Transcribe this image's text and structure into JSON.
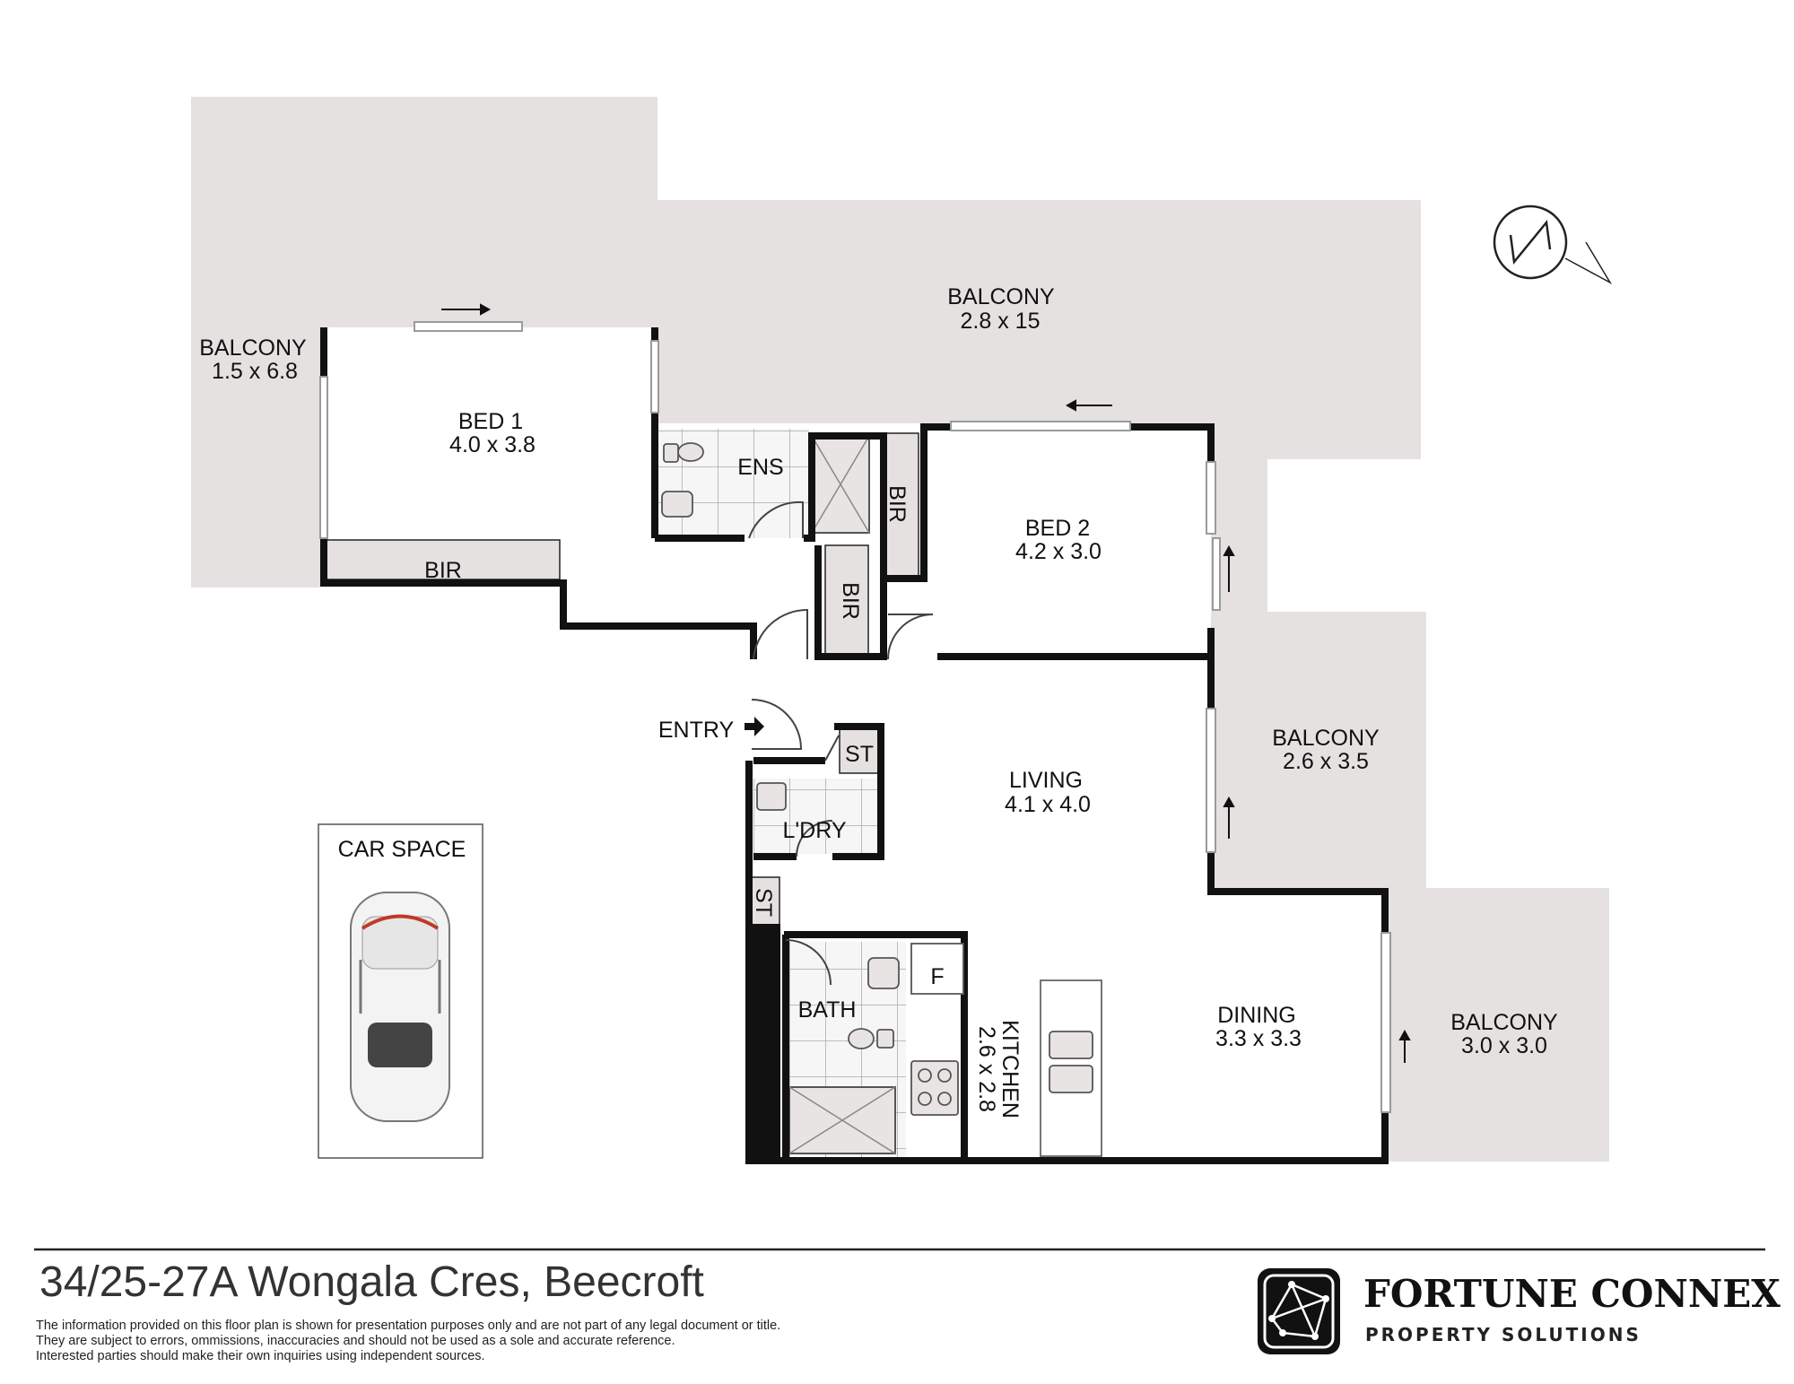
{
  "rooms": {
    "balcony_west": {
      "name": "BALCONY",
      "dims": "1.5 x 6.8"
    },
    "balcony_north": {
      "name": "BALCONY",
      "dims": "2.8 x 15"
    },
    "bed1": {
      "name": "BED 1",
      "dims": "4.0 x 3.8"
    },
    "ens": {
      "name": "ENS"
    },
    "bir_bed1": {
      "name": "BIR"
    },
    "bir_a": {
      "name": "BIR"
    },
    "bir_b": {
      "name": "BIR"
    },
    "bed2": {
      "name": "BED 2",
      "dims": "4.2 x 3.0"
    },
    "entry": {
      "name": "ENTRY"
    },
    "st_a": {
      "name": "ST"
    },
    "st_b": {
      "name": "ST"
    },
    "laundry": {
      "name": "L'DRY"
    },
    "living": {
      "name": "LIVING",
      "dims": "4.1 x 4.0"
    },
    "balcony_east": {
      "name": "BALCONY",
      "dims": "2.6 x 3.5"
    },
    "balcony_se": {
      "name": "BALCONY",
      "dims": "3.0 x 3.0"
    },
    "bath": {
      "name": "BATH"
    },
    "fridge": {
      "name": "F"
    },
    "kitchen": {
      "name": "KITCHEN",
      "dims": "2.6 x 2.8"
    },
    "dining": {
      "name": "DINING",
      "dims": "3.3 x 3.3"
    },
    "car_space": {
      "name": "CAR SPACE"
    }
  },
  "footer": {
    "address": "34/25-27A Wongala Cres, Beecroft",
    "disclaimer": [
      "The information provided on this floor plan is shown for presentation purposes only and are not part of any legal document or title.",
      "They are subject to errors, ommissions, inaccuracies and should not be used as a sole and accurate reference.",
      "Interested parties should make their own inquiries using independent sources."
    ],
    "brand": "FORTUNE CONNEX",
    "brand_sub": "PROPERTY SOLUTIONS"
  },
  "colors": {
    "balcony": "#e6e1e1",
    "wall": "#111111",
    "tile_line": "#9a9a9a",
    "fixture": "#e8e4e4"
  },
  "icons": [
    "compass-north-icon",
    "entry-arrow-icon",
    "car-icon",
    "brand-logo-icon"
  ]
}
